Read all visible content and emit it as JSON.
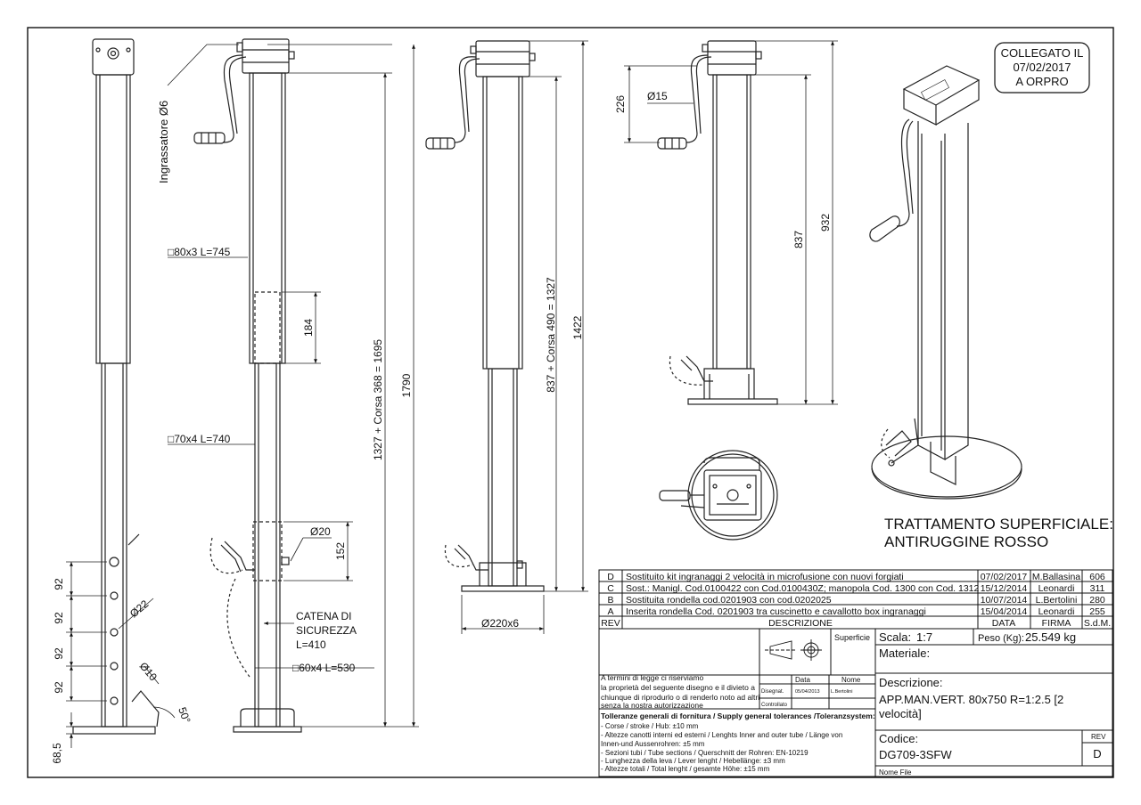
{
  "stamp": {
    "line1": "COLLEGATO IL",
    "line2": "07/02/2017",
    "line3": "A ORPRO"
  },
  "surface": {
    "line1": "TRATTAMENTO SUPERFICIALE:",
    "line2": "ANTIRUGGINE ROSSO"
  },
  "dims": {
    "ingrassatore": "Ingrassatore Ø6",
    "tube1": "□80x3 L=745",
    "tube2": "□70x4 L=740",
    "tube3": "□60x4 L=530",
    "d184": "184",
    "d20": "Ø20",
    "d152": "152",
    "chain1": "CATENA DI",
    "chain2": "SICUREZZA",
    "chain3": "L=410",
    "d1695": "1327 + Corsa 368 = 1695",
    "d1790": "1790",
    "d1327": "837 + Corsa 490 = 1327",
    "d1422": "1422",
    "d220": "Ø220x6",
    "d226": "226",
    "d15": "Ø15",
    "d837": "837",
    "d932": "932",
    "d92": "92",
    "d22": "Ø22",
    "d10": "Ø10",
    "d50": "50°",
    "d685": "68,5"
  },
  "revisions": [
    {
      "rev": "D",
      "desc": "Sostituito kit ingranaggi 2 velocità in microfusione con nuovi forgiati",
      "date": "07/02/2017",
      "sign": "M.Ballasina",
      "sdm": "606"
    },
    {
      "rev": "C",
      "desc": "Sost.: Manigl. Cod.0100422 con Cod.0100430Z; manopola Cod. 1300 con Cod. 1312",
      "date": "15/12/2014",
      "sign": "Leonardi",
      "sdm": "311"
    },
    {
      "rev": "B",
      "desc": "Sostituita rondella cod.0201903 con cod.0202025",
      "date": "10/07/2014",
      "sign": "L.Bertolini",
      "sdm": "280"
    },
    {
      "rev": "A",
      "desc": "Inserita rondella Cod. 0201903 tra cuscinetto e cavallotto box ingranaggi",
      "date": "15/04/2014",
      "sign": "Leonardi",
      "sdm": "255"
    }
  ],
  "rev_header": {
    "rev": "REV",
    "desc": "DESCRIZIONE",
    "date": "DATA",
    "sign": "FIRMA",
    "sdm": "S.d.M."
  },
  "title_block": {
    "superficie": "Superficie",
    "scala_label": "Scala:",
    "scala": "1:7",
    "peso_label": "Peso (Kg):",
    "peso": "25.549 kg",
    "materiale_label": "Materiale:",
    "legal1": "A termini di legge ci riserviamo",
    "legal2": "la proprietà del seguente disegno e il divieto a",
    "legal3": "chiunque di riprodurlo o di renderlo noto ad altri",
    "legal4": "senza la nostra autorizzazione",
    "data_label": "Data",
    "nome_label": "Nome",
    "disegnat": "Disegnat.",
    "disegnat_date": "05/04/2013",
    "disegnat_name": "L.Bertolini",
    "controllato": "Controllato",
    "descr_label": "Descrizione:",
    "descr1": "APP.MAN.VERT. 80x750 R=1:2.5 [2",
    "descr2": "velocità]",
    "codice_label": "Codice:",
    "codice": "DG709-3SFW",
    "rev_label": "REV",
    "rev": "D",
    "nome_file": "Nome File",
    "tol_title": "Tolleranze generali di fornitura / Supply general tolerances /Toleranzsystem:",
    "tol1": "- Corse / stroke / Hub: ±10 mm",
    "tol2": "- Altezze canotti interni ed esterni / Lenghts Inner and outer tube / Länge von",
    "tol3": "  Innen-und Aussenrohren: ±5 mm",
    "tol4": "- Sezioni tubi / Tube sections / Querschnitt der Rohren: EN-10219",
    "tol5": "- Lunghezza della leva / Lever lenght / Hebellänge: ±3 mm",
    "tol6": "- Altezze totali / Total lenght / gesamte Höhe: ±15 mm"
  }
}
